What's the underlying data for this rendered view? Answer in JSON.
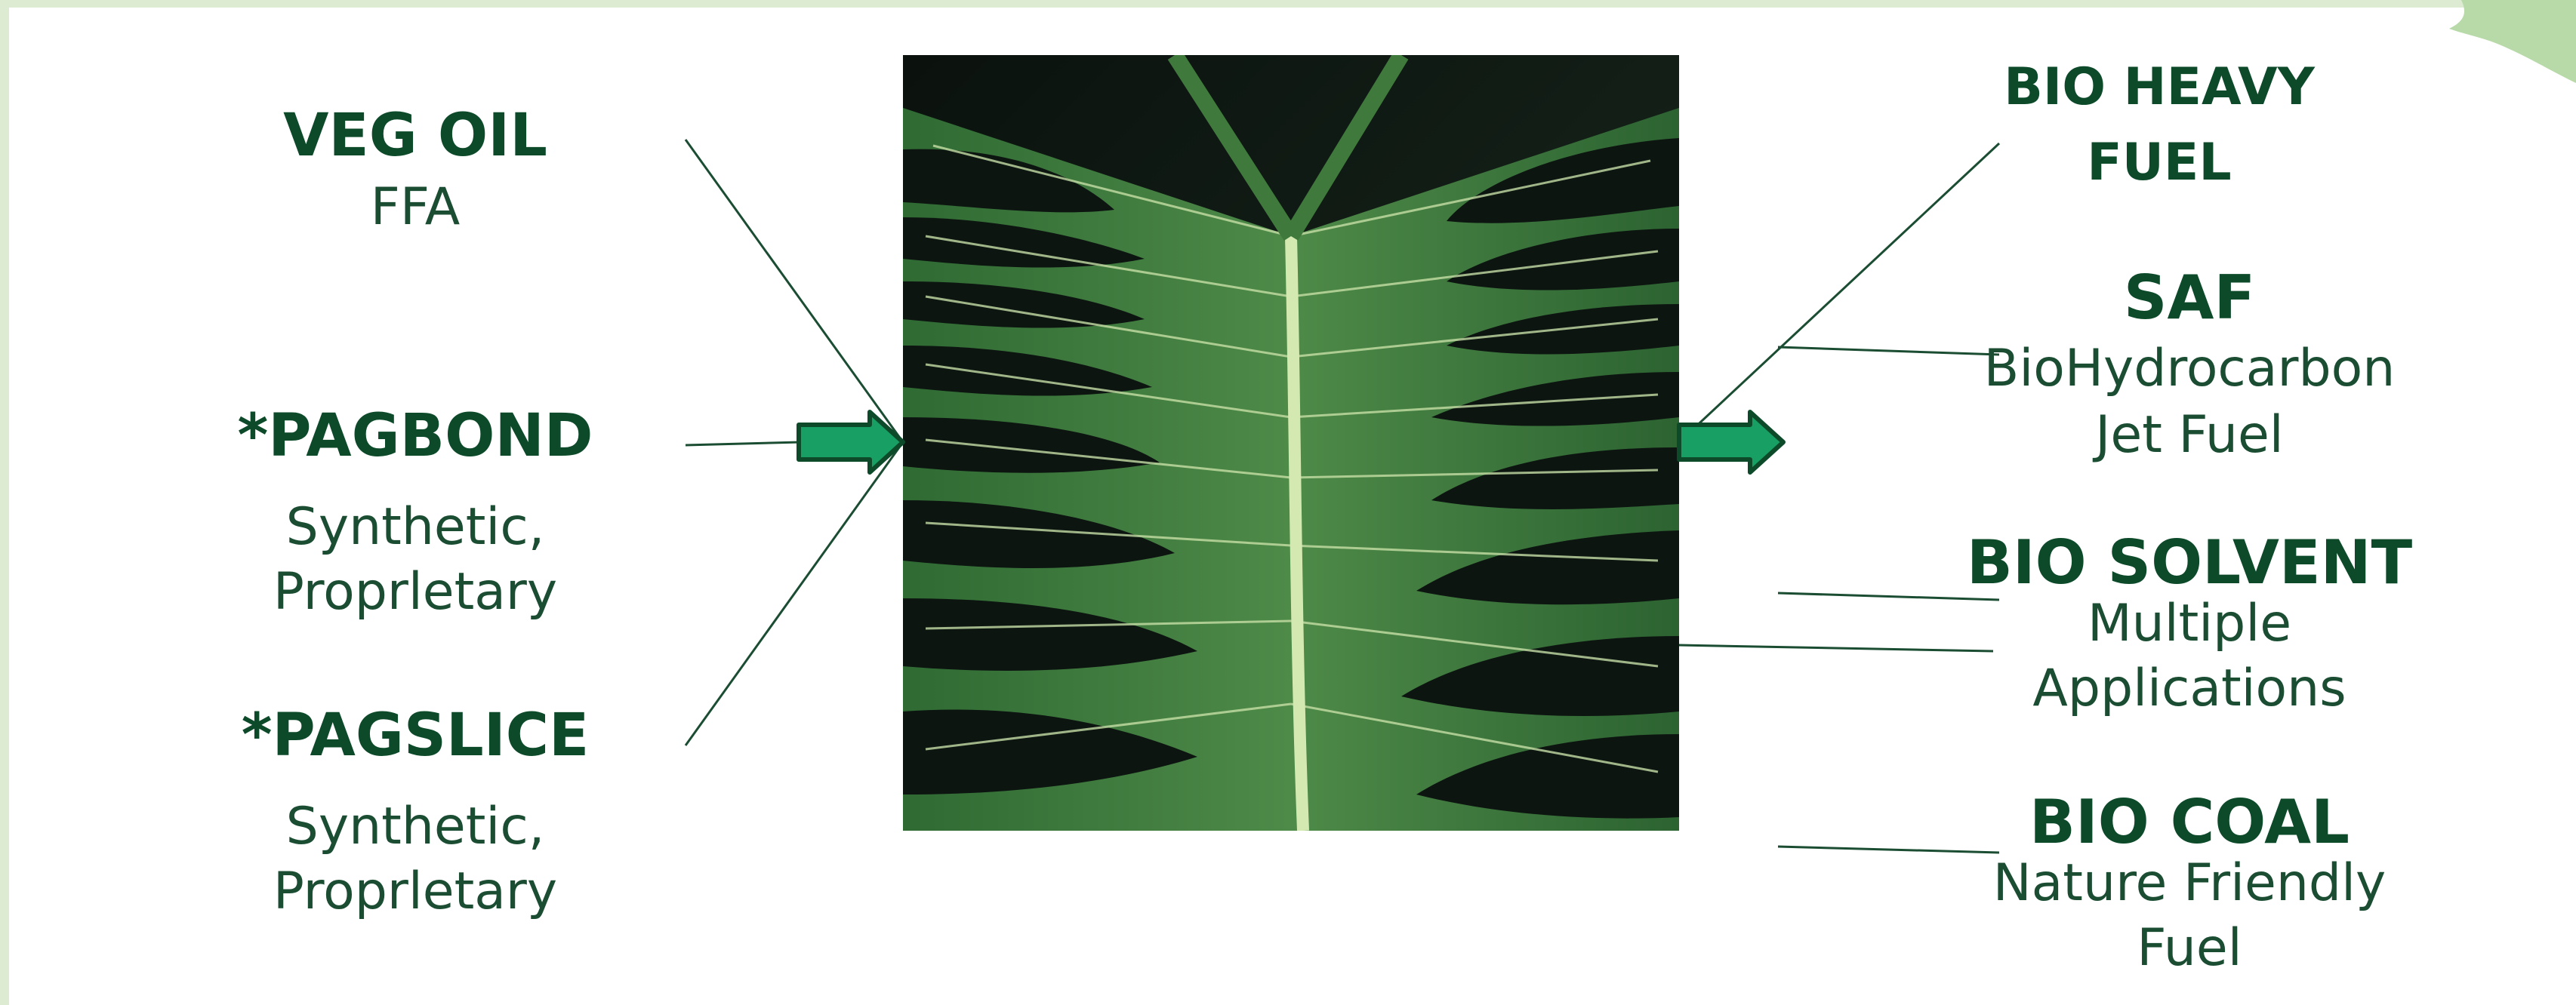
{
  "inputs": [
    {
      "title": "VEG OIL",
      "subtitle": "FFA"
    },
    {
      "title": "*PAGBOND",
      "subtitle": "Synthetic, Proprletary"
    },
    {
      "title": "*PAGSLICE",
      "subtitle": "Synthetic, Proprletary"
    }
  ],
  "outputs": [
    {
      "title": "BIO HEAVY FUEL",
      "subtitle": ""
    },
    {
      "title": "SAF",
      "subtitle": "BioHydrocarbon Jet Fuel"
    },
    {
      "title": "BIO SOLVENT",
      "subtitle": "Multiple Applications"
    },
    {
      "title": "BIO COAL",
      "subtitle": "Nature Friendly Fuel"
    }
  ],
  "colors": {
    "text": "#0d4a2a",
    "arrow_fill": "#18a064",
    "arrow_stroke": "#0d4a2a",
    "frame": "#dcebd2",
    "leaf_green": "#3f7a3c",
    "leaf_dark": "#0f1a14"
  },
  "icons": {
    "center_image": "monstera-leaf-photo",
    "flow": "right-arrow-icon"
  }
}
